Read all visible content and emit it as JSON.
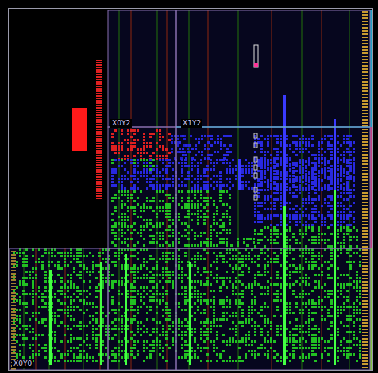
{
  "diagram": {
    "labels": [
      "X0Y2",
      "X1Y2",
      "X0Y0"
    ]
  }
}
